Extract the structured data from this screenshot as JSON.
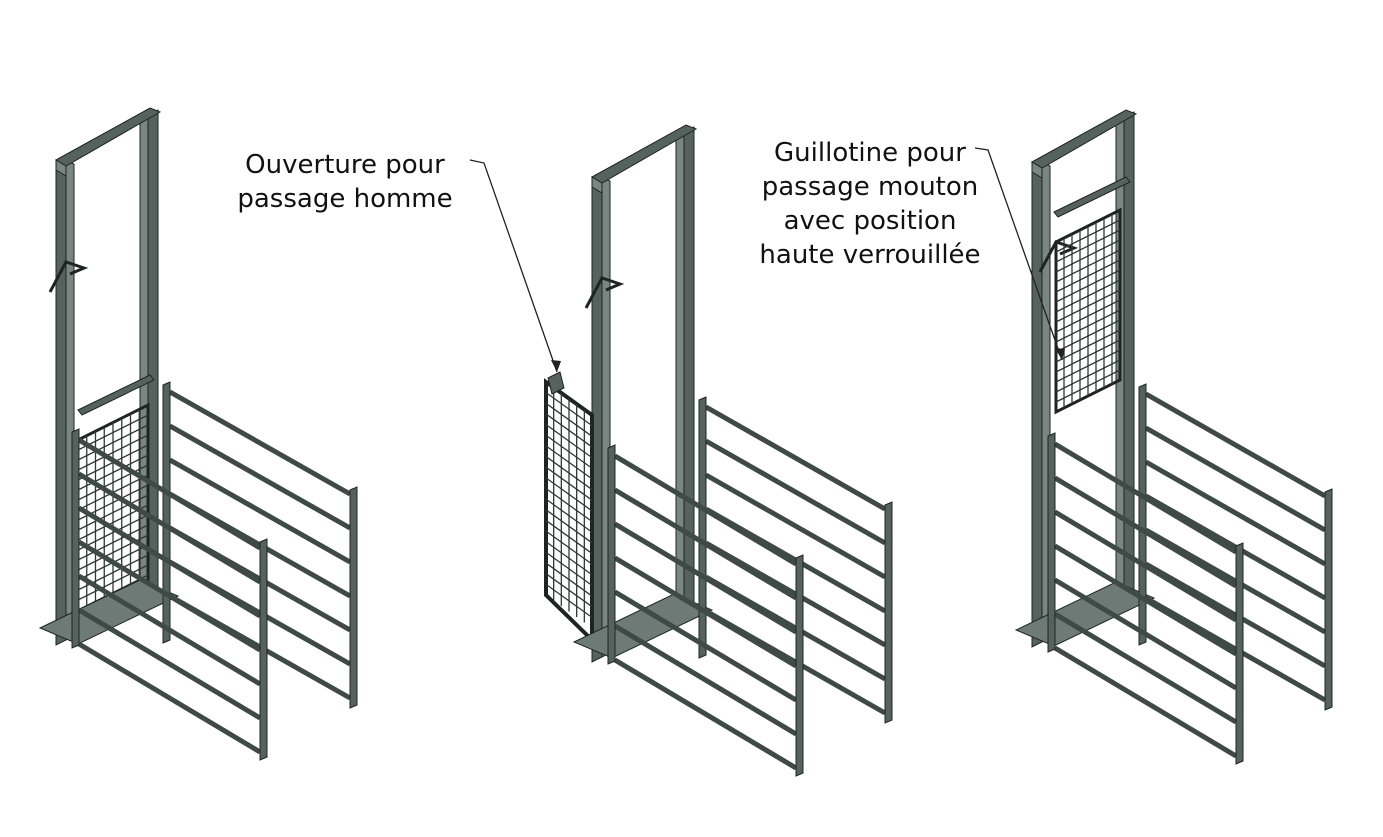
{
  "callouts": [
    {
      "lines": [
        "Ouverture pour",
        "passage homme"
      ]
    },
    {
      "lines": [
        "Guillotine pour",
        "passage mouton",
        "avec position",
        "haute verrouillée"
      ]
    }
  ],
  "colors": {
    "frame_dark": "#3f4a46",
    "frame_light": "#6e7a76",
    "frame_edge": "#1e2422",
    "mesh": "#2f3835",
    "leader": "#222222",
    "background": "#ffffff"
  }
}
